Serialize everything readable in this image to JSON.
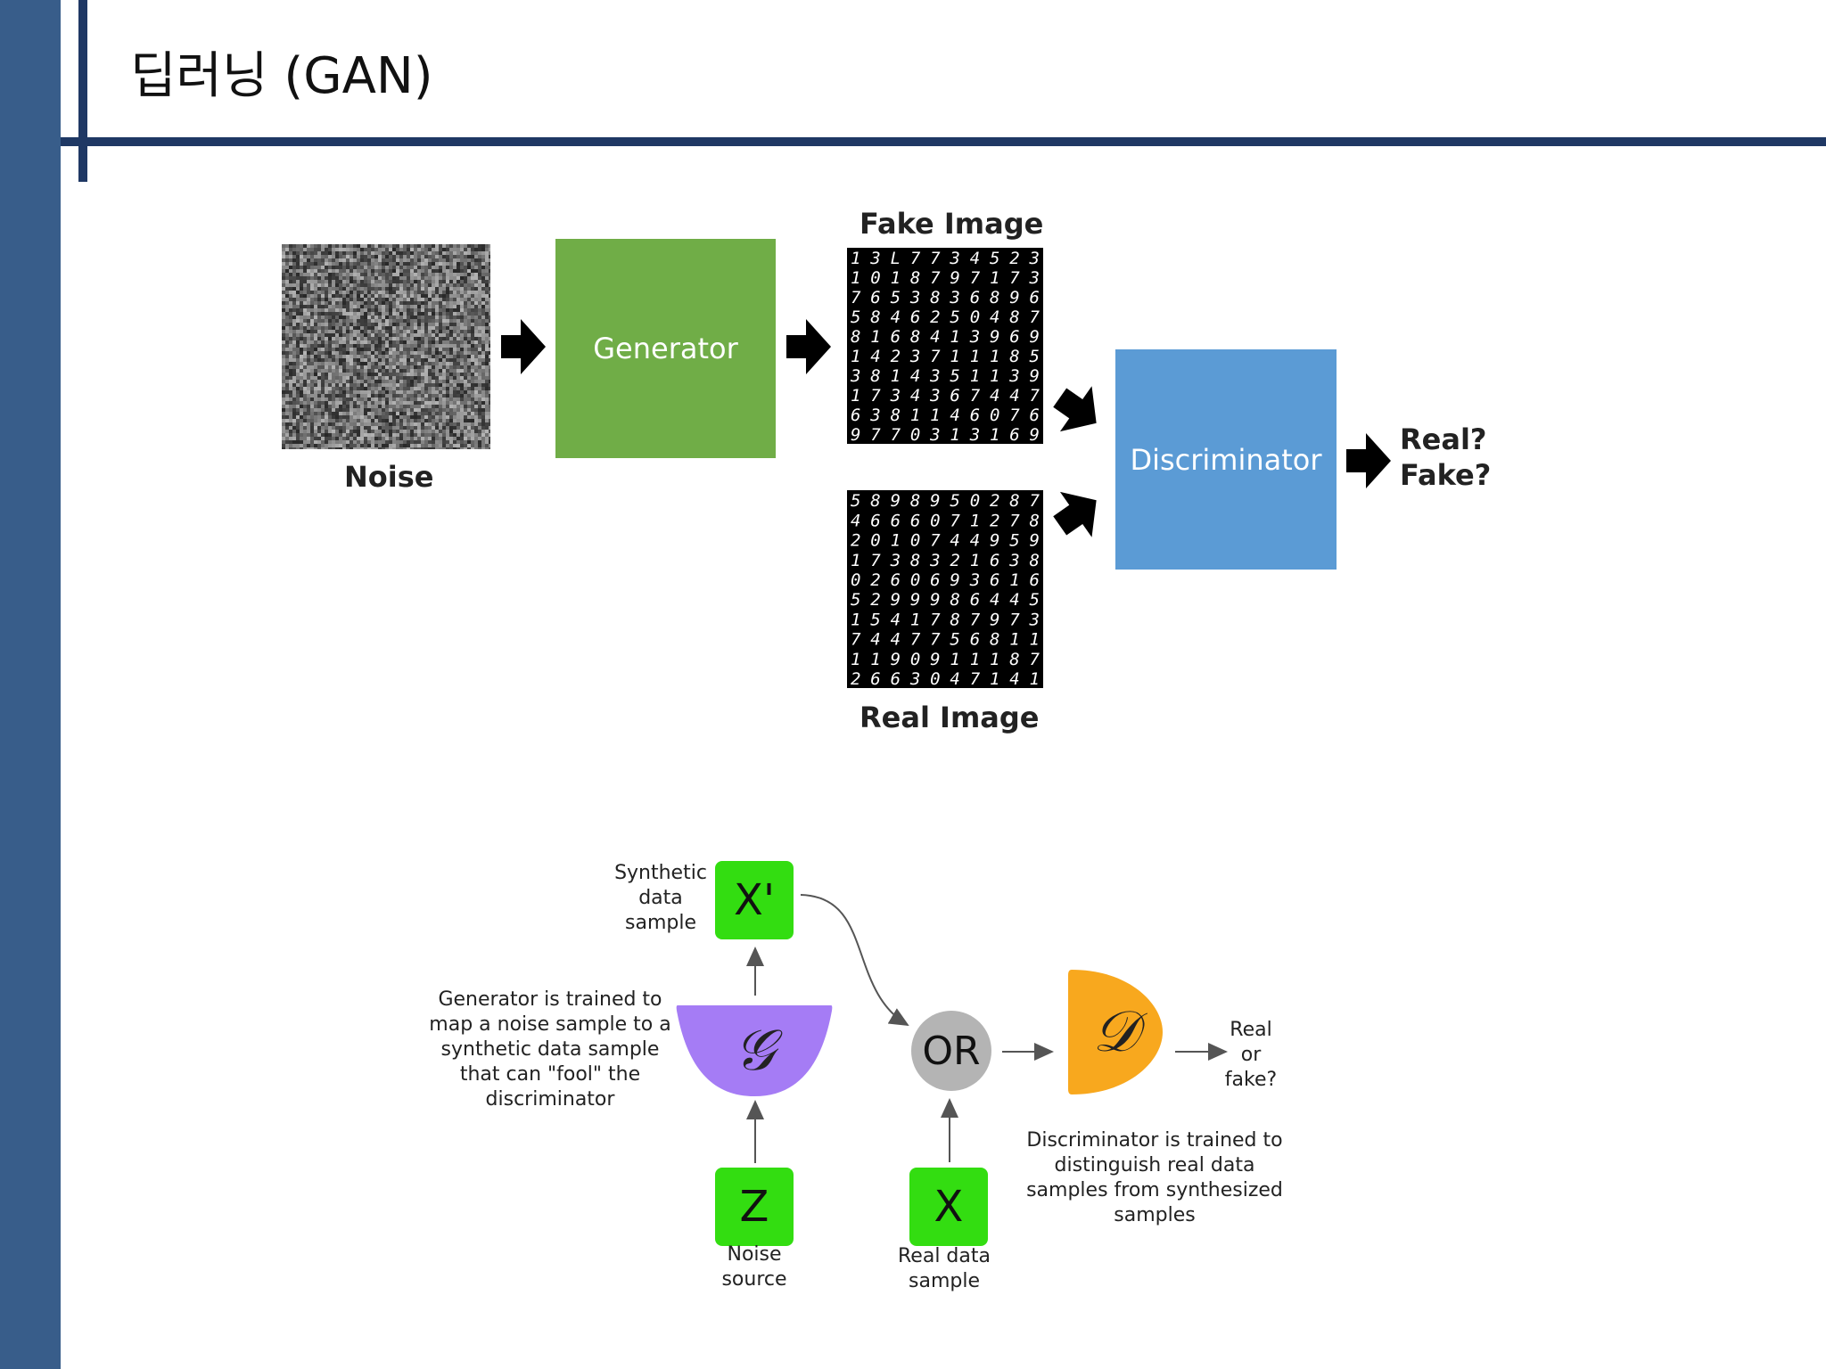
{
  "slide": {
    "title": "딥러닝 (GAN)"
  },
  "top_diagram": {
    "noise_label": "Noise",
    "generator_label": "Generator",
    "fake_image_label": "Fake Image",
    "real_image_label": "Real Image",
    "discriminator_label": "Discriminator",
    "output_line1": "Real?",
    "output_line2": "Fake?"
  },
  "bottom_diagram": {
    "synthetic_label_1": "Synthetic",
    "synthetic_label_2": "data",
    "synthetic_label_3": "sample",
    "xprime_symbol": "X'",
    "generator_desc_1": "Generator is trained to",
    "generator_desc_2": "map a noise sample to a",
    "generator_desc_3": "synthetic data sample",
    "generator_desc_4": "that can \"fool\" the",
    "generator_desc_5": "discriminator",
    "g_symbol": "𝒢",
    "or_label": "OR",
    "d_symbol": "𝒟",
    "real_or_fake_1": "Real",
    "real_or_fake_2": "or",
    "real_or_fake_3": "fake?",
    "disc_desc_1": "Discriminator is trained to",
    "disc_desc_2": "distinguish real data",
    "disc_desc_3": "samples from synthesized",
    "disc_desc_4": "samples",
    "z_symbol": "Z",
    "noise_source_1": "Noise",
    "noise_source_2": "source",
    "x_symbol": "X",
    "real_sample_1": "Real data",
    "real_sample_2": "sample"
  },
  "fake_digits": [
    "1 3 L 7 7 3 4 5 2 3",
    "1 0 1 8 7 9 7 1 7 3",
    "7 6 5 3 8 3 6 8 9 6",
    "5 8 4 6 2 5 0 4 8 7",
    "8 1 6 8 4 1 3 9 6 9",
    "1 4 2 3 7 1 1 1 8 5",
    "3 8 1 4 3 5 1 1 3 9",
    "1 7 3 4 3 6 7 4 4 7",
    "6 3 8 1 1 4 6 0 7 6",
    "9 7 7 0 3 1 3 1 6 9"
  ],
  "real_digits": [
    "5 8 9 8 9 5 0 2 8 7",
    "4 6 6 6 0 7 1 2 7 8",
    "2 0 1 0 7 4 4 9 5 9",
    "1 7 3 8 3 2 1 6 3 8",
    "0 2 6 0 6 9 3 6 1 6",
    "5 2 9 9 9 8 6 4 4 5",
    "1 5 4 1 7 8 7 9 7 3",
    "7 4 4 7 7 5 6 8 1 1",
    "1 1 9 0 9 1 1 1 8 7",
    "2 6 6 3 0 4 7 1 4 1"
  ]
}
